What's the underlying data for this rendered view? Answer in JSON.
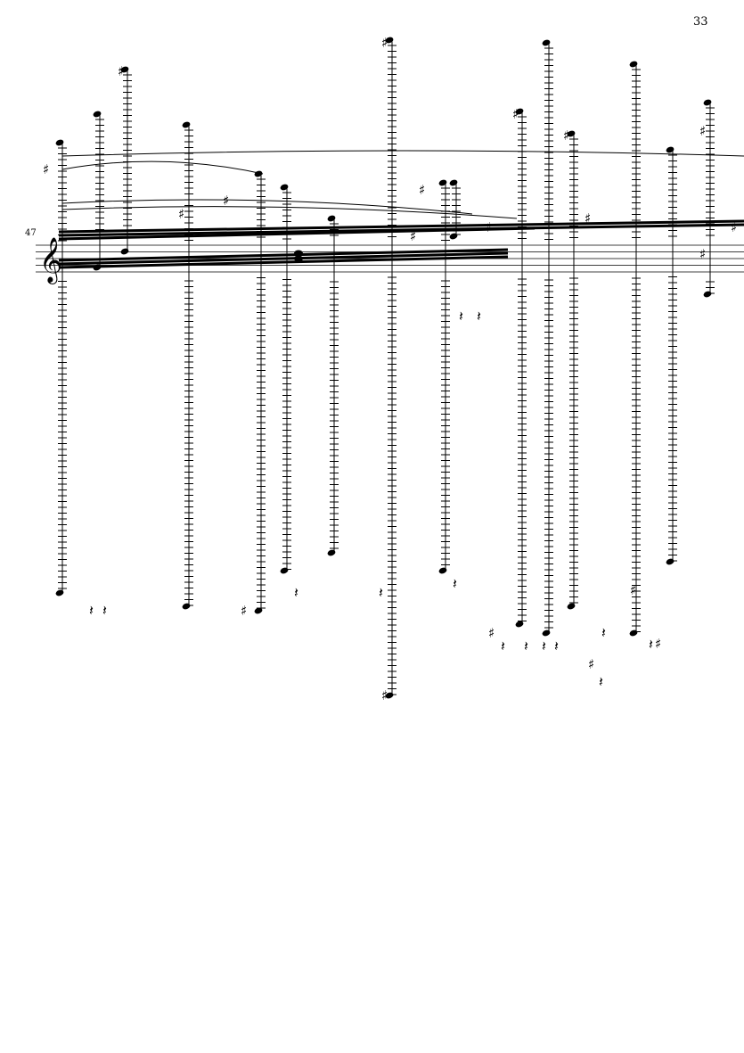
{
  "page_number": "33",
  "measure_number": "47",
  "clef": "treble",
  "colors": {
    "ink": "#000000",
    "paper": "#ffffff"
  }
}
